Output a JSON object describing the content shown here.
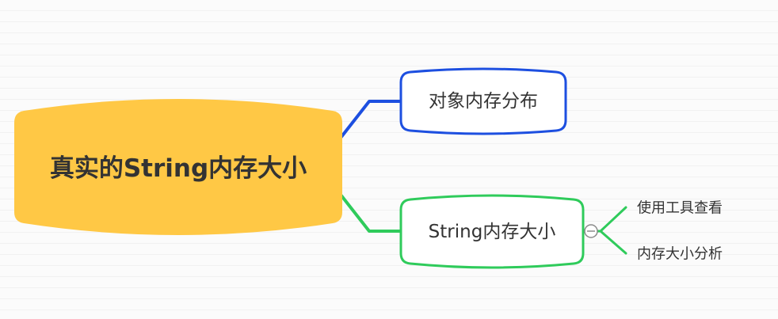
{
  "mindmap": {
    "root": {
      "label": "真实的String内存大小",
      "color": "#FFC845"
    },
    "branches": [
      {
        "label": "对象内存分布",
        "color": "#1D4FE0"
      },
      {
        "label": "String内存大小",
        "color": "#2FCB5B",
        "collapse_symbol": "⊖",
        "children": [
          {
            "label": "使用工具查看"
          },
          {
            "label": "内存大小分析"
          }
        ]
      }
    ]
  }
}
